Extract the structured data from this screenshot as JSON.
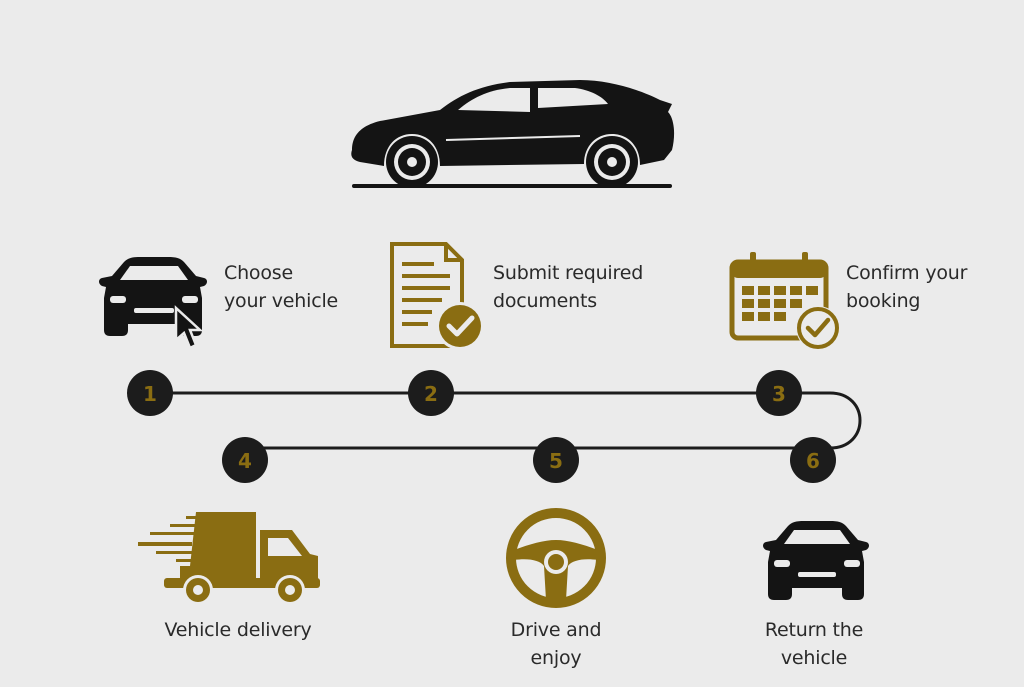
{
  "colors": {
    "background": "#ebebeb",
    "accent_gold": "#8a6d12",
    "badge": "#1c1c1c",
    "icon_dark": "#141414",
    "path_line": "#1c1c1c"
  },
  "hero": {
    "icon": "suv-side-view-icon"
  },
  "steps": [
    {
      "number": "1",
      "lines": [
        "Choose",
        "your vehicle"
      ],
      "icon": "car-with-cursor-icon"
    },
    {
      "number": "2",
      "lines": [
        "Submit required",
        "documents"
      ],
      "icon": "document-check-icon"
    },
    {
      "number": "3",
      "lines": [
        "Confirm your",
        "booking"
      ],
      "icon": "calendar-check-icon"
    },
    {
      "number": "4",
      "lines": [
        "Vehicle delivery"
      ],
      "icon": "delivery-truck-icon"
    },
    {
      "number": "5",
      "lines": [
        "Drive and",
        "enjoy"
      ],
      "icon": "steering-wheel-icon"
    },
    {
      "number": "6",
      "lines": [
        "Return the",
        "vehicle"
      ],
      "icon": "car-front-icon"
    }
  ]
}
